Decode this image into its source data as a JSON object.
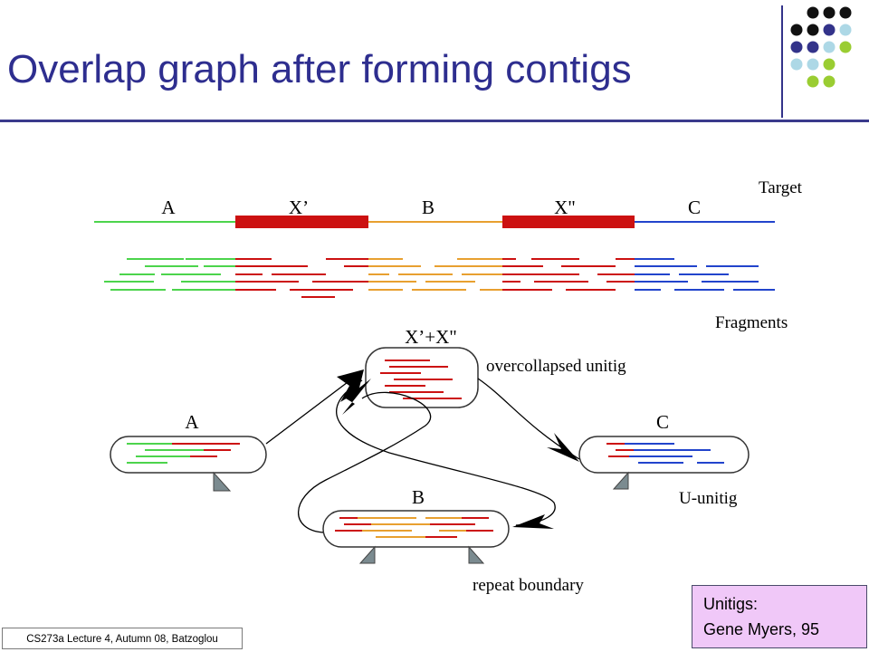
{
  "slide": {
    "title": "Overlap graph after forming contigs",
    "footer": "CS273a Lecture 4, Autumn 08, Batzoglou",
    "credit": {
      "line1": "Unitigs:",
      "line2": "Gene Myers, 95"
    }
  },
  "diagram": {
    "target_label": "Target",
    "fragments_label": "Fragments",
    "segments": [
      {
        "label": "A",
        "color": "#4cd44c"
      },
      {
        "label": "X’",
        "color": "#cc1111"
      },
      {
        "label": "B",
        "color": "#e8a030"
      },
      {
        "label": "X\"",
        "color": "#cc1111"
      },
      {
        "label": "C",
        "color": "#2244cc"
      }
    ],
    "unitigs": {
      "a": {
        "label": "A"
      },
      "x": {
        "label": "X’+X\"",
        "annotation": "overcollapsed unitig"
      },
      "b": {
        "label": "B"
      },
      "c": {
        "label": "C",
        "annotation": "U-unitig"
      }
    },
    "repeat_boundary_label": "repeat boundary"
  },
  "colors": {
    "title": "#2e2e8f",
    "rule": "#3a3a8c",
    "credit_bg": "#f0c8f8",
    "dot_black": "#111111",
    "dot_navy": "#33338a",
    "dot_lightblue": "#add8e6",
    "dot_green": "#9acd32"
  }
}
